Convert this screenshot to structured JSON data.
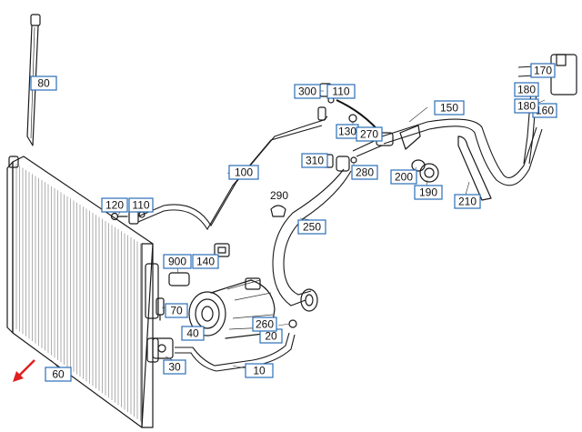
{
  "callouts": [
    {
      "id": "c10",
      "label": "10"
    },
    {
      "id": "c20",
      "label": "20"
    },
    {
      "id": "c30",
      "label": "30"
    },
    {
      "id": "c40",
      "label": "40"
    },
    {
      "id": "c60",
      "label": "60"
    },
    {
      "id": "c70",
      "label": "70"
    },
    {
      "id": "c80",
      "label": "80"
    },
    {
      "id": "c100",
      "label": "100"
    },
    {
      "id": "c110a",
      "label": "110"
    },
    {
      "id": "c110b",
      "label": "110"
    },
    {
      "id": "c120",
      "label": "120"
    },
    {
      "id": "c130",
      "label": "130"
    },
    {
      "id": "c140",
      "label": "140"
    },
    {
      "id": "c150",
      "label": "150"
    },
    {
      "id": "c160",
      "label": "160"
    },
    {
      "id": "c170",
      "label": "170"
    },
    {
      "id": "c180a",
      "label": "180"
    },
    {
      "id": "c180b",
      "label": "180"
    },
    {
      "id": "c190",
      "label": "190"
    },
    {
      "id": "c200",
      "label": "200"
    },
    {
      "id": "c210",
      "label": "210"
    },
    {
      "id": "c250",
      "label": "250"
    },
    {
      "id": "c260",
      "label": "260"
    },
    {
      "id": "c270",
      "label": "270"
    },
    {
      "id": "c280",
      "label": "280"
    },
    {
      "id": "c300",
      "label": "300"
    },
    {
      "id": "c310",
      "label": "310"
    },
    {
      "id": "c900",
      "label": "900"
    }
  ],
  "unboxed_labels": {
    "c290": "290"
  },
  "colors": {
    "callout_border": "#2a6fb8",
    "arrow": "#e02020",
    "line_art": "#1a1a1a"
  }
}
